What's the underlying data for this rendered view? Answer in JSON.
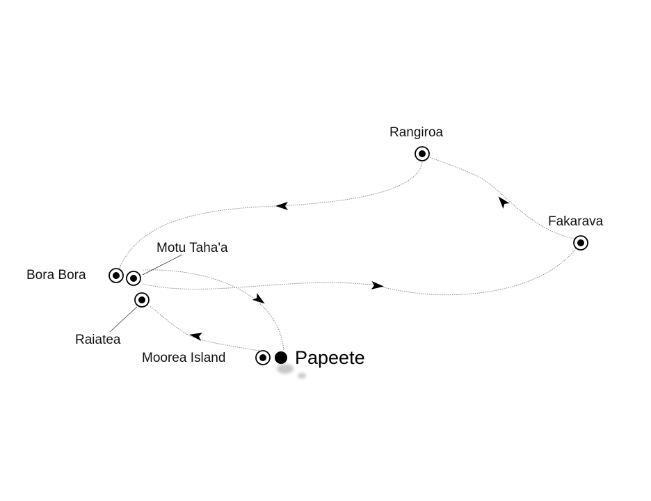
{
  "map": {
    "ports": [
      {
        "name": "Papeete",
        "type": "home-port"
      },
      {
        "name": "Moorea Island",
        "type": "stop"
      },
      {
        "name": "Raiatea",
        "type": "stop"
      },
      {
        "name": "Bora Bora",
        "type": "stop"
      },
      {
        "name": "Motu Taha'a",
        "type": "stop"
      },
      {
        "name": "Rangiroa",
        "type": "stop"
      },
      {
        "name": "Fakarava",
        "type": "stop"
      }
    ],
    "colors": {
      "route": "#888888",
      "marker": "#000000",
      "land": "#c8c8c8"
    }
  }
}
